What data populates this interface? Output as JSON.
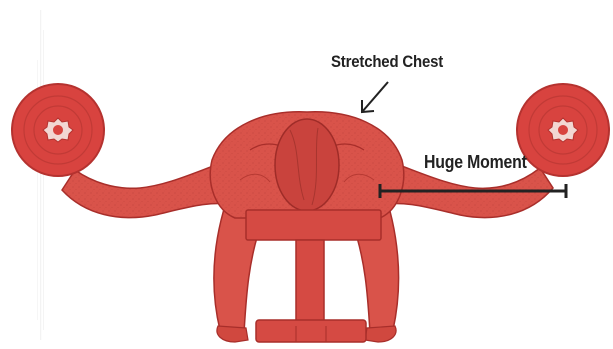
{
  "illustration": {
    "subject": "dumbbell chest fly on a flat bench, viewed from the head end",
    "colors": {
      "body": "#d9534a",
      "body_dark": "#b73a33",
      "outline": "#a82e2a",
      "dumbbell": "#d8433f",
      "dumbbell_dark": "#b5322f",
      "annotation": "#222222"
    }
  },
  "annotations": {
    "stretched_chest": "Stretched Chest",
    "huge_moment": "Huge Moment"
  }
}
